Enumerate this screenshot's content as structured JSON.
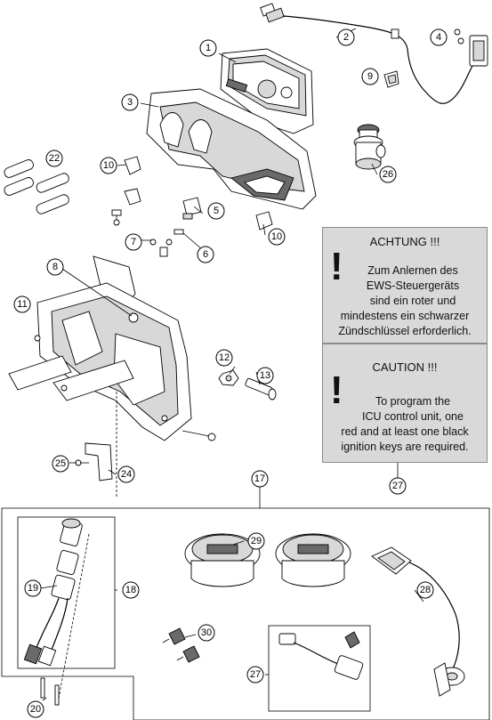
{
  "callouts": [
    "1",
    "2",
    "3",
    "4",
    "5",
    "6",
    "7",
    "8",
    "9",
    "10",
    "10",
    "11",
    "12",
    "13",
    "17",
    "18",
    "19",
    "20",
    "22",
    "24",
    "25",
    "26",
    "27",
    "27",
    "28",
    "29",
    "30"
  ],
  "notice_de": {
    "title": "ACHTUNG !!!",
    "mark": "!",
    "lines": [
      "Zum Anlernen des",
      "EWS-Steuergeräts",
      "sind ein roter und",
      "mindestens ein schwarzer",
      "Zündschlüssel erforderlich."
    ]
  },
  "notice_en": {
    "title": "CAUTION !!!",
    "mark": "!",
    "lines": [
      "To program the",
      "ICU control unit, one",
      "red and at least one black",
      "ignition keys are required."
    ]
  }
}
